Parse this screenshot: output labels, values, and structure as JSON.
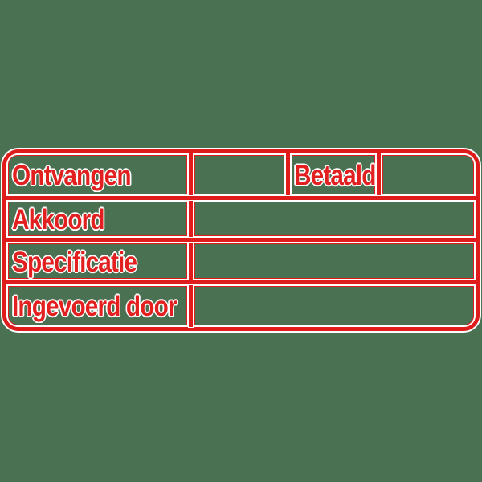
{
  "colors": {
    "red": "#e01b1b",
    "text_red": "#e32020",
    "background": "#4a7152",
    "halo": "#ffffff"
  },
  "stamp": {
    "description": "Dutch invoice processing stamp table",
    "rows": [
      {
        "cells": [
          {
            "label": "Ontvangen"
          },
          {
            "label": ""
          },
          {
            "label": "Betaald"
          },
          {
            "label": ""
          }
        ]
      },
      {
        "cells": [
          {
            "label": "Akkoord"
          },
          {
            "label": ""
          }
        ]
      },
      {
        "cells": [
          {
            "label": "Specificatie"
          },
          {
            "label": ""
          }
        ]
      },
      {
        "cells": [
          {
            "label": "Ingevoerd door"
          },
          {
            "label": ""
          }
        ]
      }
    ]
  }
}
